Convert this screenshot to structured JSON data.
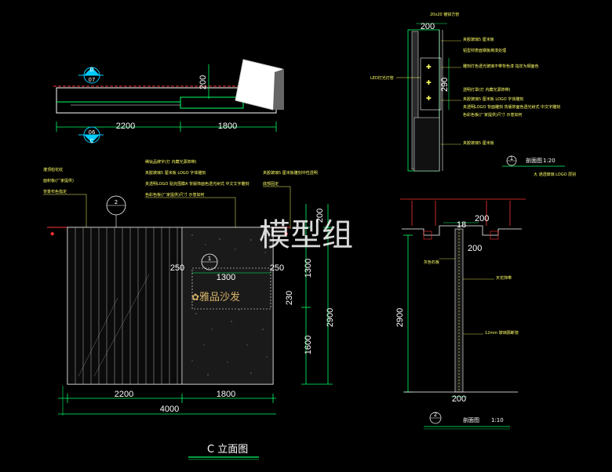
{
  "colors": {
    "background": "#000000",
    "dimension_line": "#00ff66",
    "outline": "#ffffff",
    "annotation": "#ffff66",
    "cut_line": "#ff3333",
    "marker": "#00ccff"
  },
  "plan": {
    "dim_height": "200",
    "dim_left": "2200",
    "dim_right": "1800",
    "marker_top_num": "D",
    "marker_top_sheet": "07",
    "marker_bottom_num": "06",
    "marker_bottom_sheet": "C"
  },
  "elevation": {
    "title": "C 立面图",
    "dim_total": "4000",
    "dim_left": "2200",
    "dim_right": "1800",
    "dim_v_total": "2900",
    "dim_v_top": "200",
    "dim_v_mid": "1300",
    "dim_v_low": "1600",
    "dim_inner_w": "1300",
    "dim_inner_l": "250",
    "dim_inner_r": "250",
    "dim_inner_h": "230",
    "logo_text": "雅品沙发",
    "marker_a": "2",
    "marker_b": "1",
    "notes_left": [
      "灌顶柏花纹",
      "面积板(厂家提供)",
      "背景布色指定"
    ],
    "notes_mid": [
      "稀钛品牌字(灯 内藏光源饰带)",
      "夹胶玻璃5 厘米板 LOGO 字体雕刻",
      "夹透明LOGO 贴完围膜A 背版饰面色透光树式 中文文字雕刻",
      "色彩色板(厂家提供)尺寸 示意如何"
    ],
    "notes_right": [
      "夹胶玻璃5 厘米板雕刻中性透明",
      "底部固定"
    ]
  },
  "section1": {
    "top_note": "20x20 镀锌方管",
    "dim_top": "200",
    "dim_mid": "290",
    "side_label": "LED灯光灯管",
    "notes": [
      "夹胶玻璃5 厘米板",
      "铝型材表面钢板烤漆处理",
      "雕刻灯色透光玻璃不带背色漆 指定为钢面色",
      "透明灯罩(灯 内藏光源饰带)",
      "夹胶玻璃5 厘米板 LOGO 字体雕刻",
      "夹透明LOGO 背面雕刻 背版饰面色透光树式 中文字雕刻",
      "色彩色板(厂家提供)尺寸 示意如何",
      "夹胶玻璃5 厘米板"
    ],
    "title": "剖面图",
    "scale": "1:20",
    "note": "大 通透玻璃 LOGO 层别",
    "marker": "1"
  },
  "section2": {
    "dim_top": "200",
    "dim_small": "18",
    "dim_side": "2900",
    "dim_base": "200",
    "notes": [
      "灰色石板",
      "天花饰带",
      "12mm 玻璃隔断墙"
    ],
    "title": "剖面图",
    "scale": "1:10",
    "marker": "2"
  },
  "watermark": "模型组"
}
